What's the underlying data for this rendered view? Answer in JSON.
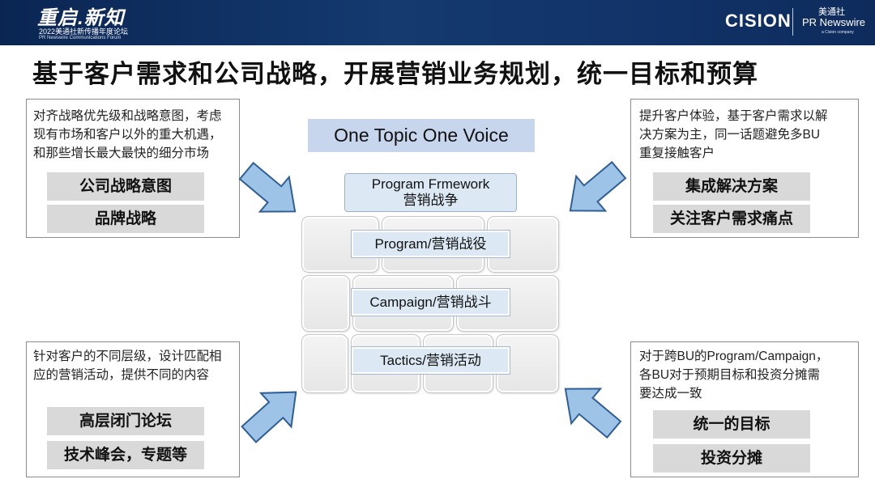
{
  "header": {
    "logo_title": "重启.新知",
    "logo_subtitle": "2022美通社新传播年度论坛",
    "logo_subtitle_en": "PR Newswire Communications Forum",
    "cision": "CISION",
    "prn_cn": "美通社",
    "prn_en": "PR Newswire",
    "prn_tagline": "a Cision company"
  },
  "title": "基于客户需求和公司战略，开展营销业务规划，统一目标和预算",
  "panels": {
    "top_left": {
      "text_lines": [
        "对齐战略优先级和战略意图，考虑",
        "现有市场和客户以外的重大机遇，",
        "和那些增长最大最快的细分市场"
      ],
      "tags": [
        "公司战略意图",
        "品牌战略"
      ]
    },
    "top_right": {
      "text_lines": [
        "提升客户体验，基于客户需求以解",
        "决方案为主，同一话题避免多BU",
        "重复接触客户"
      ],
      "tags": [
        "集成解决方案",
        "关注客户需求痛点"
      ]
    },
    "bottom_left": {
      "text_lines": [
        "针对客户的不同层级，设计匹配相",
        "应的营销活动，提供不同的内容"
      ],
      "tags": [
        "高层闭门论坛",
        "技术峰会，专题等"
      ]
    },
    "bottom_right": {
      "text_lines": [
        "对于跨BU的Program/Campaign，",
        "各BU对于预期目标和投资分摊需",
        "要达成一致"
      ],
      "tags": [
        "统一的目标",
        "投资分摊"
      ]
    }
  },
  "center": {
    "headline": "One Topic One Voice",
    "framework_lines": [
      "Program Frmework",
      "营销战争"
    ],
    "layers": [
      "Program/营销战役",
      "Campaign/营销战斗",
      "Tactics/营销活动"
    ]
  },
  "icons": {
    "arrow_top_left": "arrow-down-right-icon",
    "arrow_top_right": "arrow-down-left-icon",
    "arrow_bottom_left": "arrow-up-right-icon",
    "arrow_bottom_right": "arrow-up-left-icon"
  },
  "colors": {
    "header_bg": "#0f2d5f",
    "headline_bg": "#c7d6ec",
    "layer_bg": "#dce8f4",
    "tag_bg": "#d9d9d9",
    "arrow_fill": "#9dc3e6",
    "arrow_stroke": "#2f5f96",
    "panel_border": "#8c8c8c"
  }
}
